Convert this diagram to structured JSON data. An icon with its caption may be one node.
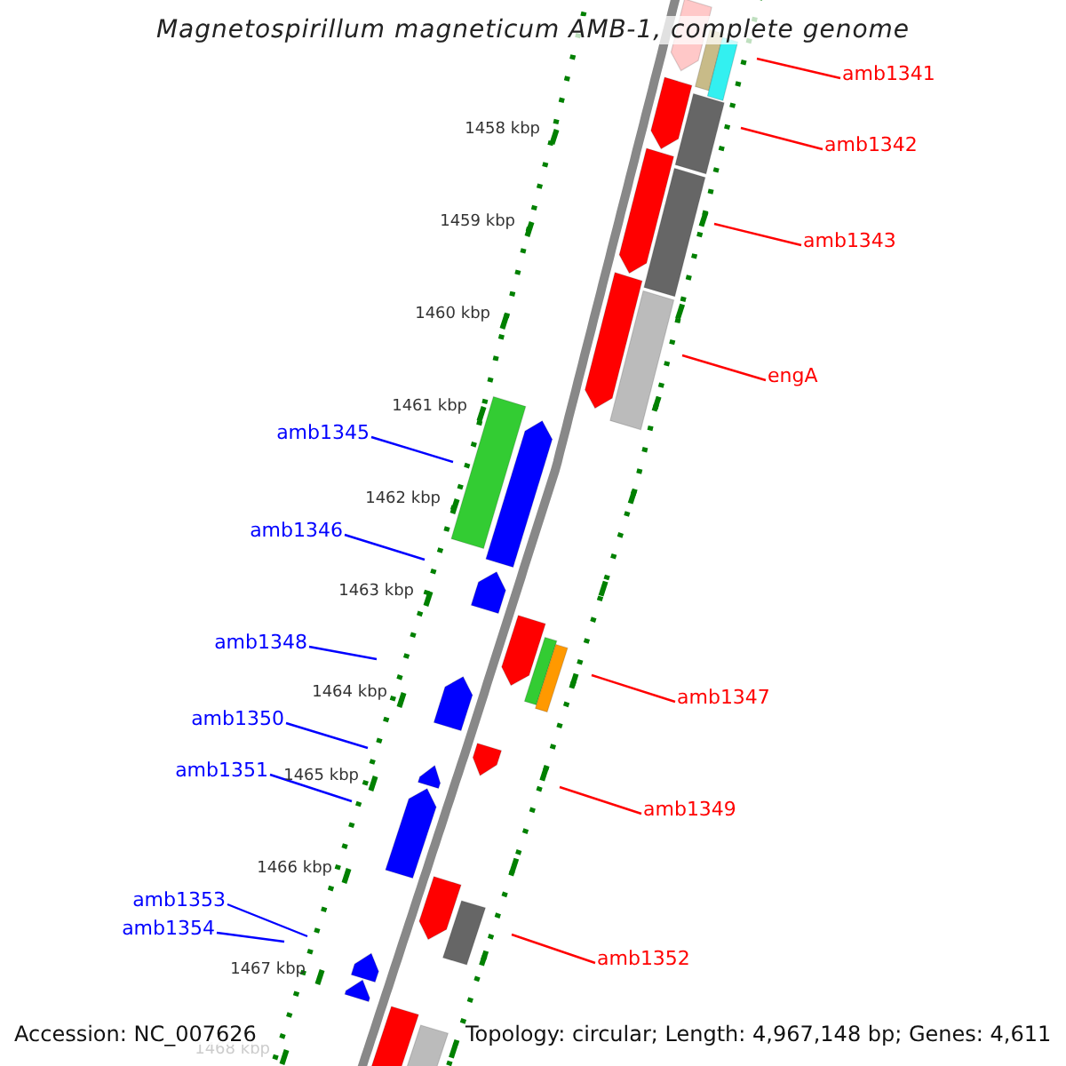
{
  "diagram": {
    "title": "Magnetospirillum magneticum AMB-1, complete genome",
    "nodes": [
      {
        "text": [
          "amb1341"
        ]
      },
      {
        "text": [
          "amb1342"
        ]
      },
      {
        "text": [
          "amb1343"
        ]
      },
      {
        "text": [
          "engA"
        ]
      },
      {
        "text": [
          "amb1345"
        ]
      },
      {
        "text": [
          "amb1346"
        ]
      },
      {
        "text": [
          "amb1348"
        ]
      },
      {
        "text": [
          "amb1347"
        ]
      },
      {
        "text": [
          "amb1350"
        ]
      },
      {
        "text": [
          "amb1351"
        ]
      },
      {
        "text": [
          "amb1349"
        ]
      },
      {
        "text": [
          "amb1353"
        ]
      },
      {
        "text": [
          "amb1354"
        ]
      },
      {
        "text": [
          "amb1352"
        ]
      }
    ],
    "edges": [
      {
        "from": 0,
        "to": null,
        "arrow": "none",
        "color": "#ff0000"
      },
      {
        "from": 1,
        "to": null,
        "arrow": "none",
        "color": "#ff0000"
      },
      {
        "from": 2,
        "to": null,
        "arrow": "none",
        "color": "#ff0000"
      },
      {
        "from": 3,
        "to": null,
        "arrow": "none",
        "color": "#ff0000"
      },
      {
        "from": 4,
        "to": null,
        "arrow": "none",
        "color": "#0000ff"
      },
      {
        "from": 5,
        "to": null,
        "arrow": "none",
        "color": "#0000ff"
      },
      {
        "from": 6,
        "to": null,
        "arrow": "none",
        "color": "#0000ff"
      },
      {
        "from": 7,
        "to": null,
        "arrow": "none",
        "color": "#ff0000"
      },
      {
        "from": 8,
        "to": null,
        "arrow": "none",
        "color": "#0000ff"
      },
      {
        "from": 9,
        "to": null,
        "arrow": "none",
        "color": "#0000ff"
      },
      {
        "from": 10,
        "to": null,
        "arrow": "none",
        "color": "#ff0000"
      },
      {
        "from": 11,
        "to": null,
        "arrow": "none",
        "color": "#0000ff"
      },
      {
        "from": 12,
        "to": null,
        "arrow": "none",
        "color": "#0000ff"
      },
      {
        "from": 13,
        "to": null,
        "arrow": "none",
        "color": "#ff0000"
      }
    ],
    "labels": [
      "1458 kbp",
      "1459 kbp",
      "1460 kbp",
      "1461 kbp",
      "1462 kbp",
      "1463 kbp",
      "1464 kbp",
      "1465 kbp",
      "1466 kbp",
      "1467 kbp",
      "1468 kbp",
      "Accession: NC_007626",
      "Topology: circular; Length: 4,967,148 bp; Genes: 4,611"
    ]
  }
}
